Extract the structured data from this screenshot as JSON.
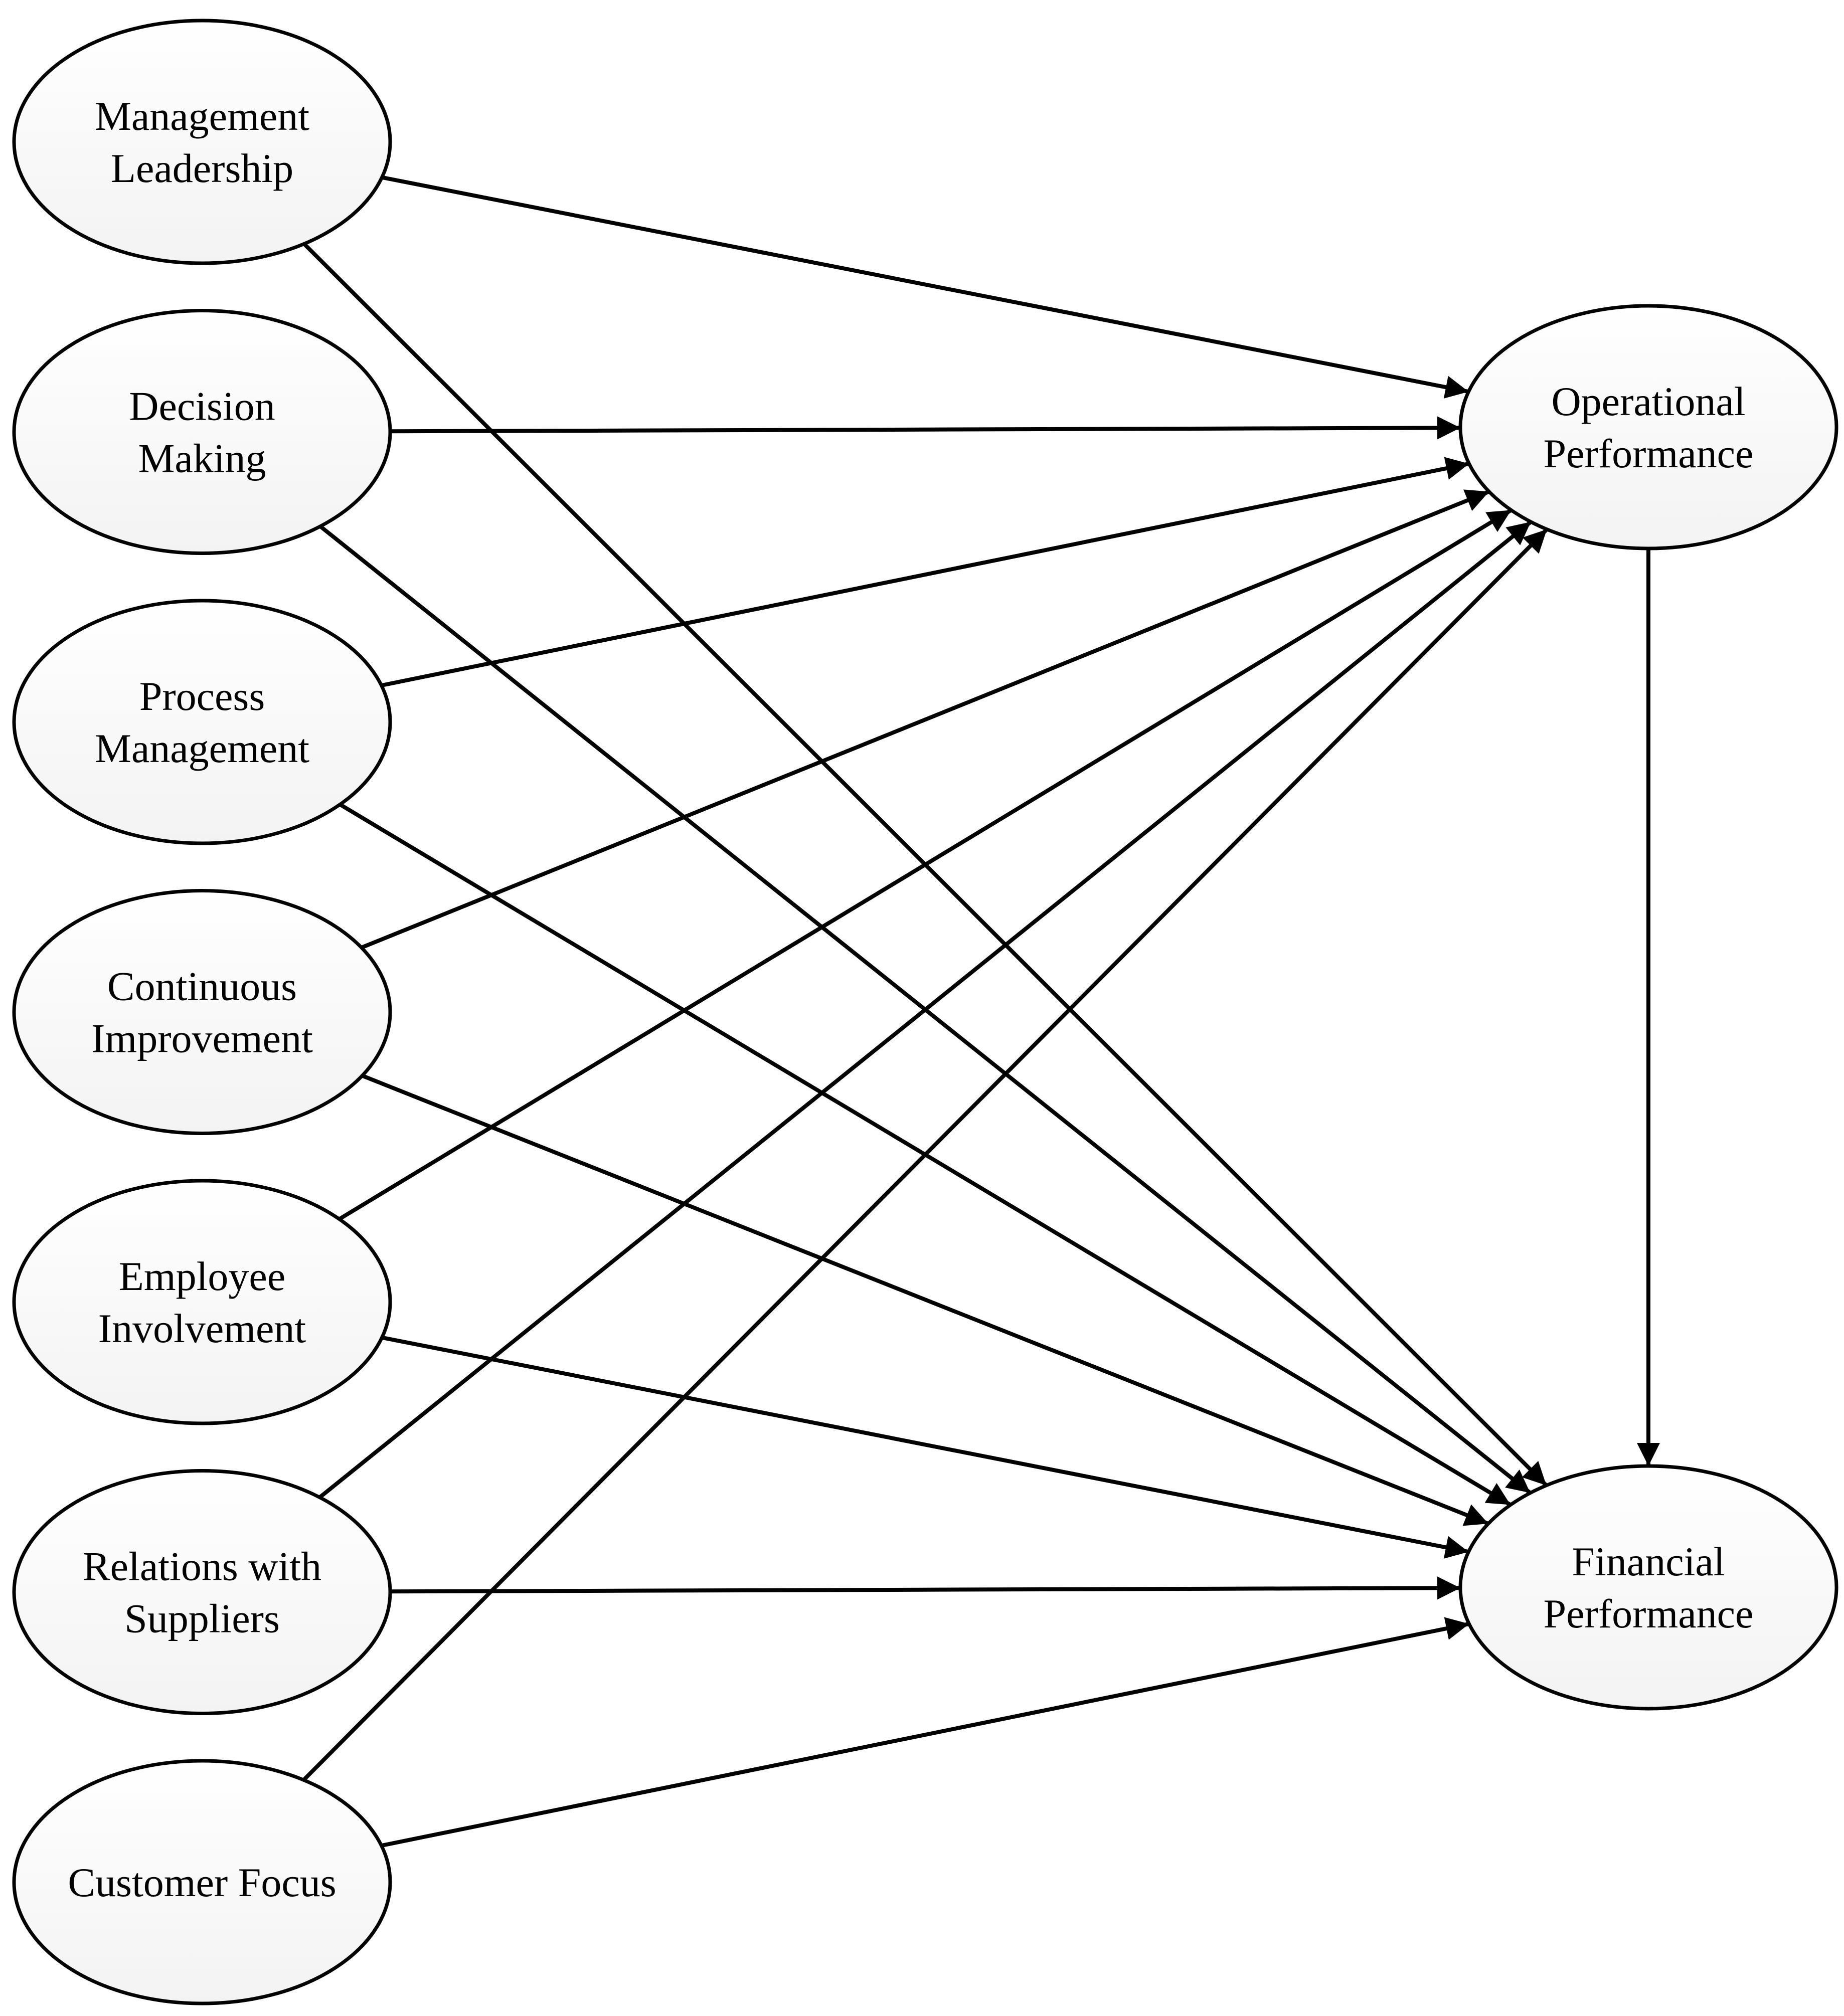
{
  "nodes": [
    {
      "id": "management-leadership",
      "lines": [
        "Management",
        "Leadership"
      ]
    },
    {
      "id": "decision-making",
      "lines": [
        "Decision",
        "Making"
      ]
    },
    {
      "id": "process-management",
      "lines": [
        "Process",
        "Management"
      ]
    },
    {
      "id": "continuous-improvement",
      "lines": [
        "Continuous",
        "Improvement"
      ]
    },
    {
      "id": "employee-involvement",
      "lines": [
        "Employee",
        "Involvement"
      ]
    },
    {
      "id": "relations-with-suppliers",
      "lines": [
        "Relations with",
        "Suppliers"
      ]
    },
    {
      "id": "customer-focus",
      "lines": [
        "Customer Focus"
      ]
    },
    {
      "id": "operational-performance",
      "lines": [
        "Operational",
        "Performance"
      ]
    },
    {
      "id": "financial-performance",
      "lines": [
        "Financial",
        "Performance"
      ]
    }
  ],
  "edges": [
    {
      "from": "management-leadership",
      "to": "operational-performance"
    },
    {
      "from": "management-leadership",
      "to": "financial-performance"
    },
    {
      "from": "decision-making",
      "to": "operational-performance"
    },
    {
      "from": "decision-making",
      "to": "financial-performance"
    },
    {
      "from": "process-management",
      "to": "operational-performance"
    },
    {
      "from": "process-management",
      "to": "financial-performance"
    },
    {
      "from": "continuous-improvement",
      "to": "operational-performance"
    },
    {
      "from": "continuous-improvement",
      "to": "financial-performance"
    },
    {
      "from": "employee-involvement",
      "to": "operational-performance"
    },
    {
      "from": "employee-involvement",
      "to": "financial-performance"
    },
    {
      "from": "relations-with-suppliers",
      "to": "operational-performance"
    },
    {
      "from": "relations-with-suppliers",
      "to": "financial-performance"
    },
    {
      "from": "customer-focus",
      "to": "operational-performance"
    },
    {
      "from": "customer-focus",
      "to": "financial-performance"
    },
    {
      "from": "operational-performance",
      "to": "financial-performance"
    }
  ]
}
